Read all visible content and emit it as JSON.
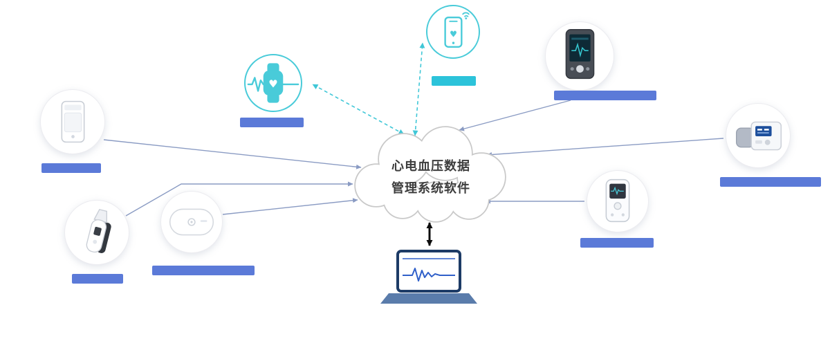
{
  "cloud": {
    "line1": "心电血压数据",
    "line2": "管理系统软件"
  },
  "nodes": [
    {
      "id": "smartwatch",
      "icon": "smartwatch-icon",
      "label": ""
    },
    {
      "id": "smartphone",
      "icon": "smartphone-icon",
      "label": ""
    },
    {
      "id": "wall-device",
      "icon": "wall-device-icon",
      "label": ""
    },
    {
      "id": "ear-thermometer",
      "icon": "ear-thermometer-icon",
      "label": ""
    },
    {
      "id": "patch-recorder",
      "icon": "patch-recorder-icon",
      "label": ""
    },
    {
      "id": "ecg-monitor",
      "icon": "ecg-monitor-icon",
      "label": ""
    },
    {
      "id": "bp-monitor",
      "icon": "bp-monitor-icon",
      "label": ""
    },
    {
      "id": "holter-recorder",
      "icon": "holter-recorder-icon",
      "label": ""
    }
  ],
  "laptop": {
    "icon": "laptop-ecg-icon",
    "label": ""
  },
  "connectors": [
    {
      "from": "cloud",
      "to": "smartwatch",
      "style": "dashed",
      "color": "teal",
      "bidirectional": true
    },
    {
      "from": "cloud",
      "to": "smartphone",
      "style": "dashed",
      "color": "teal",
      "bidirectional": true
    },
    {
      "from": "wall-device",
      "to": "cloud",
      "style": "solid",
      "color": "blue-gray",
      "bidirectional": false
    },
    {
      "from": "ear-thermometer",
      "to": "cloud",
      "style": "solid",
      "color": "blue-gray",
      "bidirectional": false
    },
    {
      "from": "patch-recorder",
      "to": "cloud",
      "style": "solid",
      "color": "blue-gray",
      "bidirectional": false
    },
    {
      "from": "ecg-monitor",
      "to": "cloud",
      "style": "solid",
      "color": "blue-gray",
      "bidirectional": false
    },
    {
      "from": "bp-monitor",
      "to": "cloud",
      "style": "solid",
      "color": "blue-gray",
      "bidirectional": false
    },
    {
      "from": "holter-recorder",
      "to": "cloud",
      "style": "solid",
      "color": "blue-gray",
      "bidirectional": false
    },
    {
      "from": "cloud",
      "to": "laptop",
      "style": "solid",
      "color": "black",
      "bidirectional": true
    }
  ],
  "palette": {
    "teal_accent": "#49cbd9",
    "label_bar_blue": "#5b7ad8",
    "label_bar_cyan": "#2cc3da",
    "solid_arrow": "#8a9bc3",
    "dashed_arrow": "#3fc7d7",
    "black_arrow": "#0d0d0d",
    "cloud_stroke": "#c9c9c9",
    "cloud_text": "#3d3d3d",
    "laptop_frame": "#1d3b66",
    "laptop_base": "#5a7cab",
    "ecg_trace": "#2f5fc9"
  }
}
